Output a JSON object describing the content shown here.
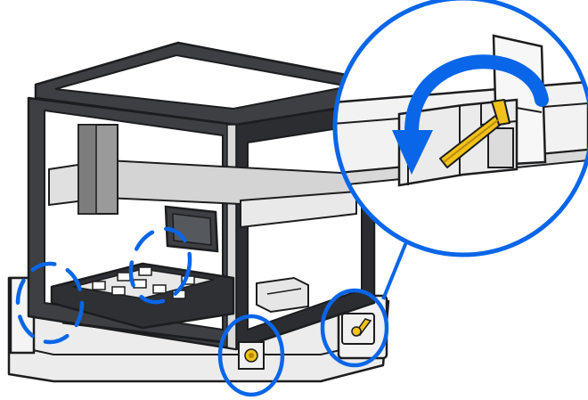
{
  "figure": {
    "subject": "printer",
    "callout": "zoomed-detail",
    "tool": "hex-key",
    "action": "rotate-counterclockwise"
  },
  "colors": {
    "accent": "#0a66e8",
    "frame": "#3d3f42",
    "frame_dark": "#2b2d30",
    "outline": "#1c1d1f",
    "light": "#e6e6e6",
    "mid": "#c9c9c9",
    "tool": "#f2c11a",
    "tool_dark": "#b88a00",
    "background": "#ffffff"
  },
  "icons": [
    "rotate-arrow-icon",
    "hex-key-icon",
    "mount-screw-icon"
  ]
}
